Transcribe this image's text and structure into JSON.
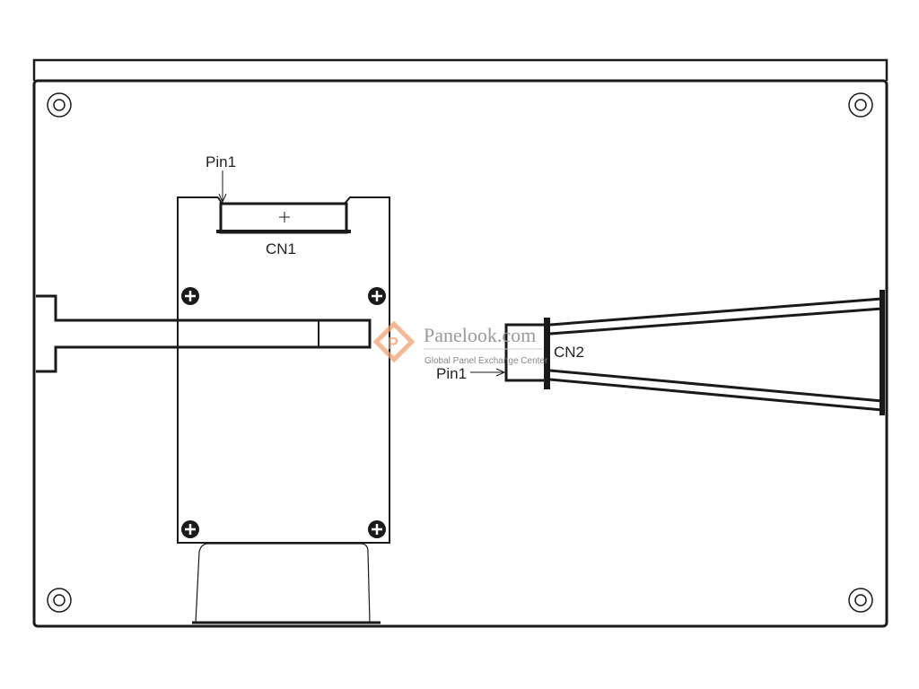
{
  "diagram": {
    "labels": {
      "pin1_top": "Pin1",
      "cn1": "CN1",
      "cn2": "CN2",
      "pin1_right": "Pin1"
    },
    "watermark": {
      "brand": "Panelook.com",
      "tagline": "Global Panel Exchange Center",
      "color": "#f4a070"
    },
    "line_color": "#1a1a1a"
  }
}
